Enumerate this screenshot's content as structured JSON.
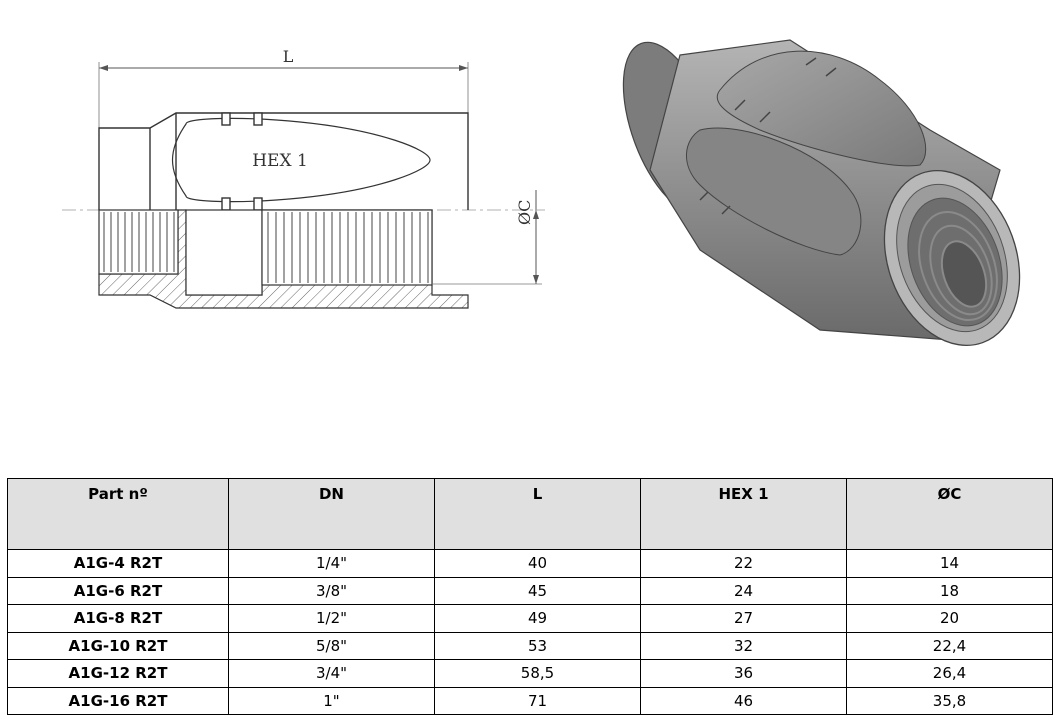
{
  "drawing": {
    "dim_length_label": "L",
    "hex_label": "HEX 1",
    "dim_diameter_label": "ØC"
  },
  "table": {
    "headers": [
      "Part nº",
      "DN",
      "L",
      "HEX 1",
      "ØC"
    ],
    "rows": [
      [
        "A1G-4 R2T",
        "1/4\"",
        "40",
        "22",
        "14"
      ],
      [
        "A1G-6 R2T",
        "3/8\"",
        "45",
        "24",
        "18"
      ],
      [
        "A1G-8 R2T",
        "1/2\"",
        "49",
        "27",
        "20"
      ],
      [
        "A1G-10 R2T",
        "5/8\"",
        "53",
        "32",
        "22,4"
      ],
      [
        "A1G-12 R2T",
        "3/4\"",
        "58,5",
        "36",
        "26,4"
      ],
      [
        "A1G-16 R2T",
        "1\"",
        "71",
        "46",
        "35,8"
      ]
    ]
  }
}
